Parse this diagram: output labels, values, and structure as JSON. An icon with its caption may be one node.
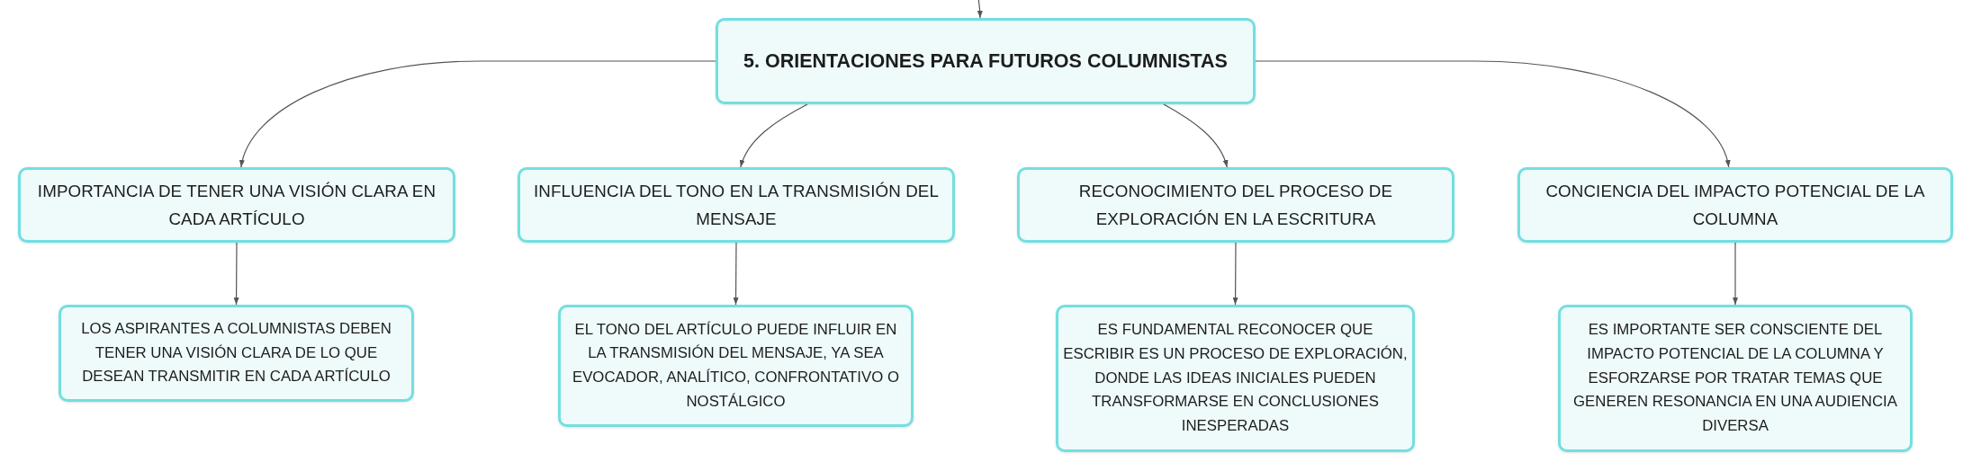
{
  "diagram": {
    "nodes": [
      {
        "text": [
          "5. ORIENTACIONES PARA FUTUROS COLUMNISTAS"
        ]
      },
      {
        "text": [
          "IMPORTANCIA DE TENER UNA VISIÓN CLARA EN CADA ARTÍCULO"
        ]
      },
      {
        "text": [
          "INFLUENCIA DEL TONO EN LA TRANSMISIÓN DEL MENSAJE"
        ]
      },
      {
        "text": [
          "RECONOCIMIENTO DEL PROCESO DE EXPLORACIÓN EN LA ESCRITURA"
        ]
      },
      {
        "text": [
          "CONCIENCIA DEL IMPACTO POTENCIAL DE LA COLUMNA"
        ]
      },
      {
        "text": [
          "LOS ASPIRANTES A COLUMNISTAS DEBEN TENER UNA VISIÓN CLARA DE LO QUE DESEAN TRANSMITIR EN CADA ARTÍCULO"
        ]
      },
      {
        "text": [
          "EL TONO DEL ARTÍCULO PUEDE INFLUIR EN LA TRANSMISIÓN DEL MENSAJE, YA SEA EVOCADOR, ANALÍTICO, CONFRONTATIVO O NOSTÁLGICO"
        ]
      },
      {
        "text": [
          "ES FUNDAMENTAL RECONOCER QUE ESCRIBIR ES UN PROCESO DE EXPLORACIÓN, DONDE LAS IDEAS INICIALES PUEDEN TRANSFORMARSE EN CONCLUSIONES INESPERADAS"
        ]
      },
      {
        "text": [
          "ES IMPORTANTE SER CONSCIENTE DEL IMPACTO POTENCIAL DE LA COLUMNA Y ESFORZARSE POR TRATAR TEMAS QUE GENEREN RESONANCIA EN UNA AUDIENCIA DIVERSA"
        ]
      }
    ],
    "edges": [
      {
        "from": null,
        "to": 0,
        "arrow": "to"
      },
      {
        "from": 0,
        "to": 1,
        "arrow": "to"
      },
      {
        "from": 0,
        "to": 2,
        "arrow": "to"
      },
      {
        "from": 0,
        "to": 3,
        "arrow": "to"
      },
      {
        "from": 0,
        "to": 4,
        "arrow": "to"
      },
      {
        "from": 1,
        "to": 5,
        "arrow": "to"
      },
      {
        "from": 2,
        "to": 6,
        "arrow": "to"
      },
      {
        "from": 3,
        "to": 7,
        "arrow": "to"
      },
      {
        "from": 4,
        "to": 8,
        "arrow": "to"
      }
    ]
  }
}
